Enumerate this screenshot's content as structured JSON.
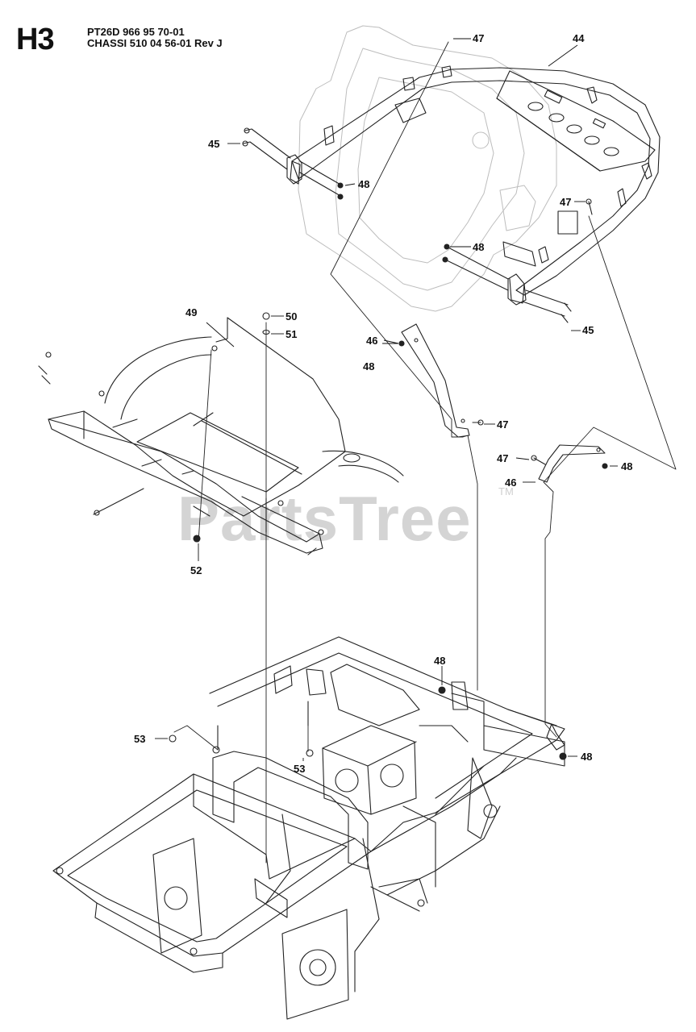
{
  "header": {
    "page_code": "H3",
    "model_line": "PT26D 966 95 70-01",
    "assembly_line": "CHASSI 510 04 56-01 Rev J"
  },
  "watermark": {
    "brand": "PartsTree",
    "tm": "TM"
  },
  "callouts": [
    {
      "id": "c-47-top",
      "label": "47"
    },
    {
      "id": "c-44",
      "label": "44"
    },
    {
      "id": "c-45-left",
      "label": "45"
    },
    {
      "id": "c-48-left",
      "label": "48"
    },
    {
      "id": "c-47-right",
      "label": "47"
    },
    {
      "id": "c-48-mid",
      "label": "48"
    },
    {
      "id": "c-45-right",
      "label": "45"
    },
    {
      "id": "c-49",
      "label": "49"
    },
    {
      "id": "c-50",
      "label": "50"
    },
    {
      "id": "c-51",
      "label": "51"
    },
    {
      "id": "c-46-left",
      "label": "46"
    },
    {
      "id": "c-48-bracket",
      "label": "48"
    },
    {
      "id": "c-47-bracket",
      "label": "47"
    },
    {
      "id": "c-47-rbracket",
      "label": "47"
    },
    {
      "id": "c-48-rbracket",
      "label": "48"
    },
    {
      "id": "c-46-right",
      "label": "46"
    },
    {
      "id": "c-52",
      "label": "52"
    },
    {
      "id": "c-48-frame",
      "label": "48"
    },
    {
      "id": "c-53-left",
      "label": "53"
    },
    {
      "id": "c-53-mid",
      "label": "53"
    },
    {
      "id": "c-48-frame-right",
      "label": "48"
    }
  ]
}
